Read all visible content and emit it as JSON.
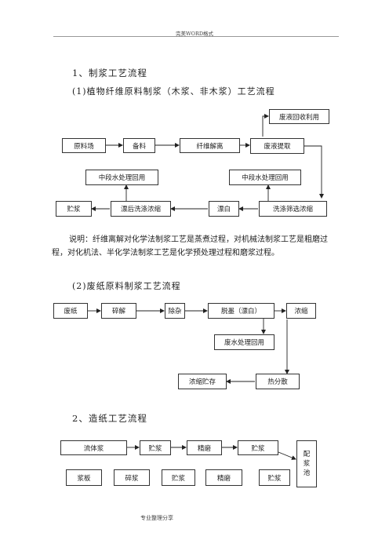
{
  "header": {
    "text": "完美WORD格式"
  },
  "footer": {
    "text": "专业整理分享"
  },
  "section1": {
    "title": "1、制浆工艺流程",
    "sub1": {
      "title": "(1)植物纤维原料制浆（木浆、非木浆）工艺流程",
      "boxes": {
        "raw_field": "原料场",
        "prep": "备料",
        "fiber_sep": "纤维解离",
        "waste_extract": "废液提取",
        "waste_recycle": "废液回收利用",
        "mid_water_1": "中段水处理回用",
        "mid_water_2": "中段水处理回用",
        "storage": "贮浆",
        "post_bleach_wash": "漂后洗涤浓缩",
        "bleach": "漂白",
        "wash_screen": "洗涤筛选浓缩"
      }
    },
    "note": "说明：纤维离解对化学法制浆工艺是蒸煮过程，对机械法制浆工艺是粗磨过程，对化机法、半化学法制浆工艺是化学预处理过程和磨浆过程。",
    "sub2": {
      "title": "(2)废纸原料制浆工艺流程",
      "boxes": {
        "waste_paper": "废纸",
        "pulping": "碎解",
        "impurity": "除杂",
        "deink": "脱墨（漂白）",
        "concentrate": "浓缩",
        "wastewater": "废水处理回用",
        "dispersion": "热分散",
        "conc_storage": "浓缩贮存"
      }
    }
  },
  "section2": {
    "title": "2、造纸工艺流程",
    "boxes": {
      "fluid_pulp": "流体浆",
      "storage_1": "贮浆",
      "refine_1": "精磨",
      "storage_2": "贮浆",
      "board": "浆板",
      "crush": "碎浆",
      "storage_3": "贮浆",
      "refine_2": "精磨",
      "storage_4": "贮浆",
      "mixing_chars": [
        "配",
        "浆",
        "池"
      ]
    }
  }
}
